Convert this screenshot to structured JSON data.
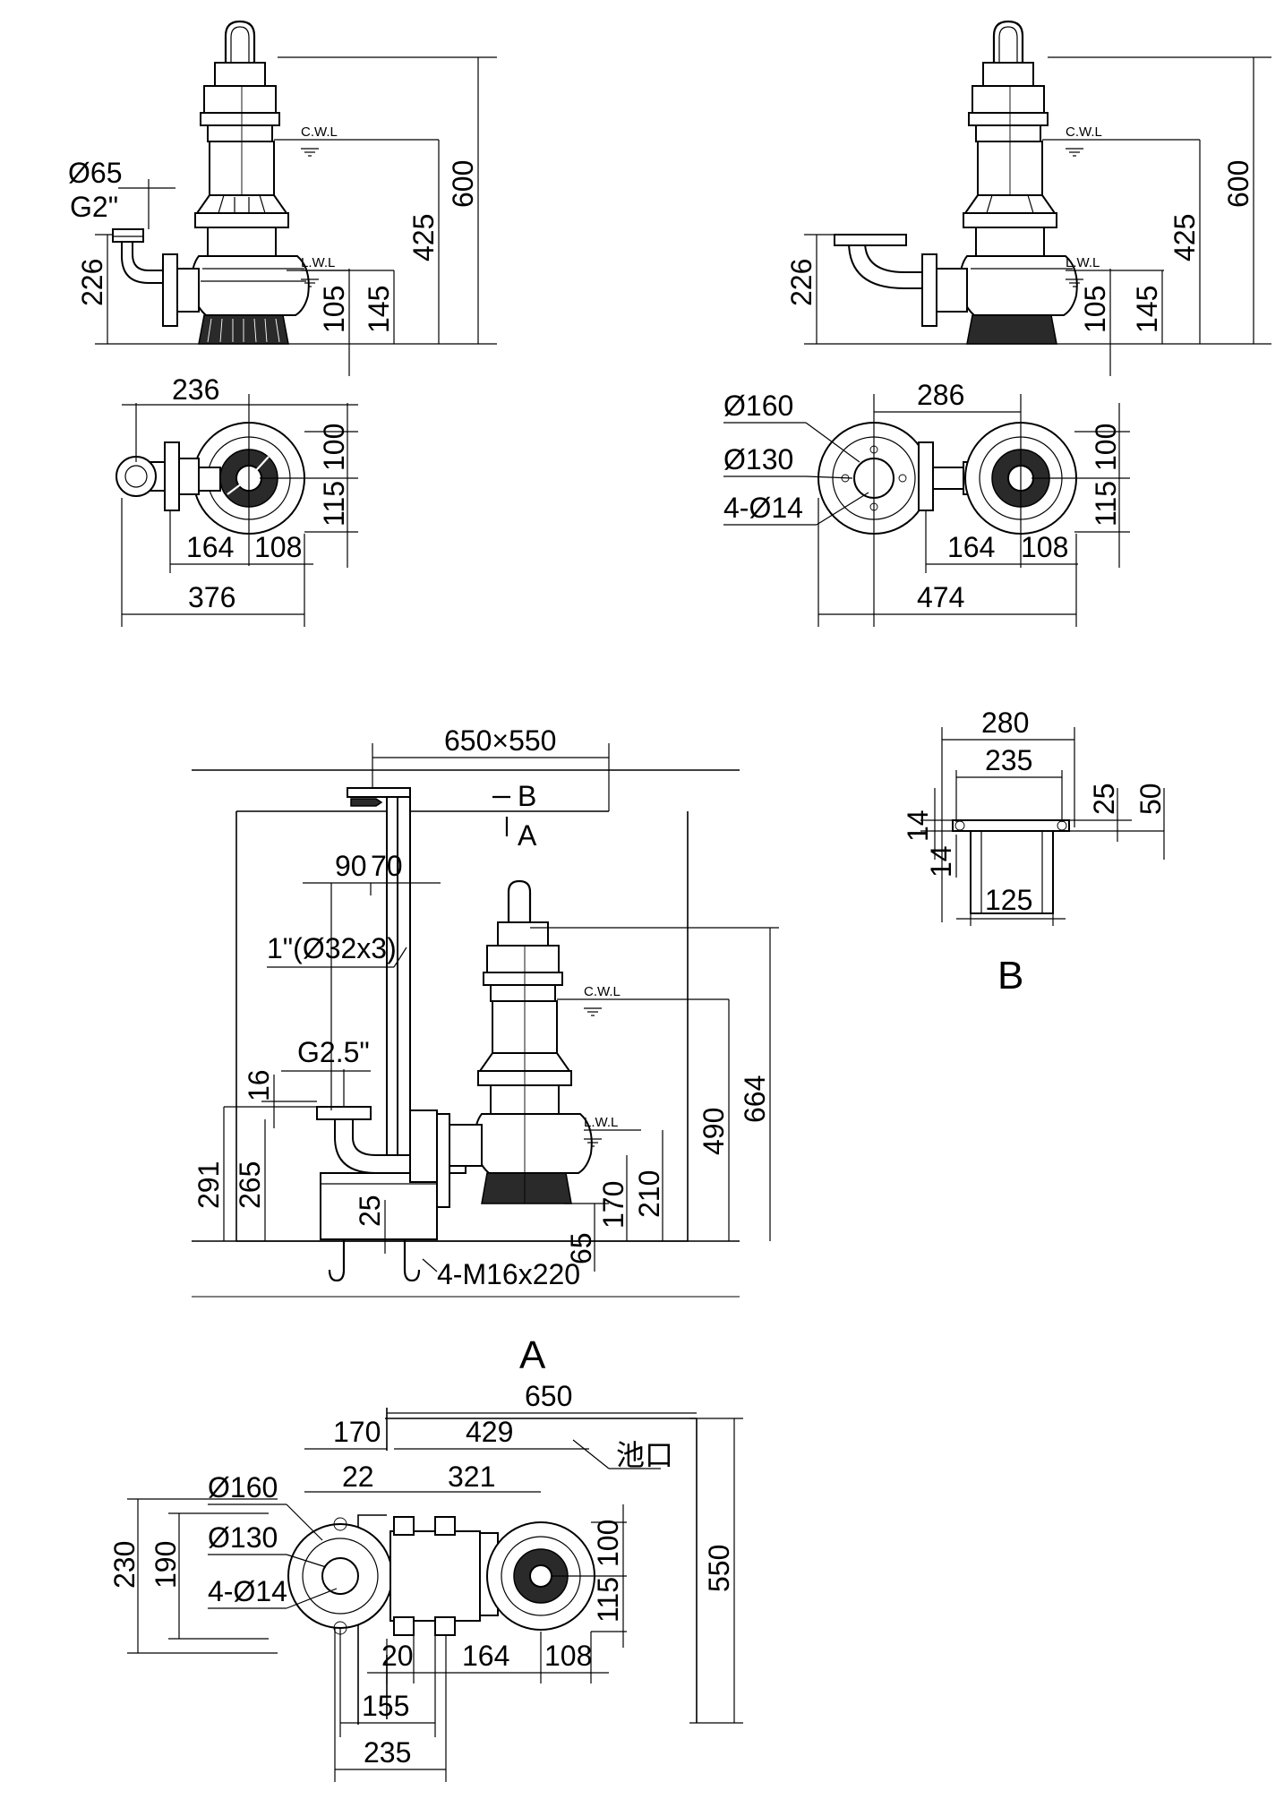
{
  "colors": {
    "line": "#000000",
    "background": "#ffffff"
  },
  "levels": {
    "cwl": "C.W.L",
    "lwl": "L.W.L"
  },
  "view1": {
    "height_total": "600",
    "height_cwl": "425",
    "height_226": "226",
    "height_145": "145",
    "height_105": "105",
    "outlet_dia": "Ø65",
    "outlet_thread": "G2\"",
    "plan_236": "236",
    "plan_100": "100",
    "plan_115": "115",
    "plan_164": "164",
    "plan_108": "108",
    "plan_376": "376"
  },
  "view2": {
    "height_total": "600",
    "height_cwl": "425",
    "height_226": "226",
    "height_145": "145",
    "height_105": "105",
    "flange_160": "Ø160",
    "flange_130": "Ø130",
    "holes": "4-Ø14",
    "plan_286": "286",
    "plan_100": "100",
    "plan_115": "115",
    "plan_164": "164",
    "plan_108": "108",
    "plan_474": "474"
  },
  "install": {
    "pit_size": "650×550",
    "section_b": "B",
    "section_a": "A",
    "d90": "90",
    "d70": "70",
    "guide_pipe": "1\"(Ø32x3)",
    "outlet_thread": "G2.5\"",
    "d16": "16",
    "d291": "291",
    "d265": "265",
    "d25": "25",
    "bolts": "4-M16x220",
    "d65": "65",
    "d170": "170",
    "d210": "210",
    "d490": "490",
    "d664": "664"
  },
  "detail_b": {
    "d280": "280",
    "d235": "235",
    "d25": "25",
    "d50": "50",
    "d14a": "14",
    "d14b": "14",
    "d125": "125",
    "label": "B"
  },
  "view_a": {
    "label": "A",
    "d650": "650",
    "d170": "170",
    "d429": "429",
    "pit_mouth": "池口",
    "d22": "22",
    "d321": "321",
    "flange_160": "Ø160",
    "flange_130": "Ø130",
    "holes": "4-Ø14",
    "d230": "230",
    "d190": "190",
    "d100": "100",
    "d115": "115",
    "d550": "550",
    "d20": "20",
    "d164": "164",
    "d108": "108",
    "d155": "155",
    "d235": "235"
  }
}
